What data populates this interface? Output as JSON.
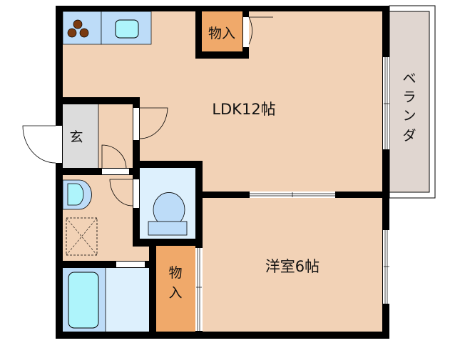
{
  "floorplan": {
    "rooms": {
      "ldk": {
        "label": "LDK12帖",
        "color": "#f2d2b6"
      },
      "western": {
        "label": "洋室6帖",
        "color": "#f2d2b6"
      },
      "entrance": {
        "label": "玄",
        "color": "#dcdcdc"
      },
      "storage_top": {
        "label": "物入",
        "color": "#f0a96a"
      },
      "storage_mid_1": {
        "label": "物",
        "color": "#f0a96a"
      },
      "storage_mid_2": {
        "label": "入",
        "color": "#f0a96a"
      },
      "balcony_1": {
        "label": "ベ"
      },
      "balcony_2": {
        "label": "ラ"
      },
      "balcony_3": {
        "label": "ン"
      },
      "balcony_4": {
        "label": "ダ"
      },
      "toilet": {
        "color": "#ddf0fd"
      },
      "bath": {
        "color": "#ddf0fd"
      },
      "kitchen": {
        "color": "#bddcf8"
      }
    },
    "colors": {
      "wall": "#000000",
      "floor": "#f2d2b6",
      "fixture_light": "#bddcf8",
      "fixture_water": "#aef4fb",
      "stove": "#7a3a10",
      "balcony": "#e0d6d0"
    }
  }
}
